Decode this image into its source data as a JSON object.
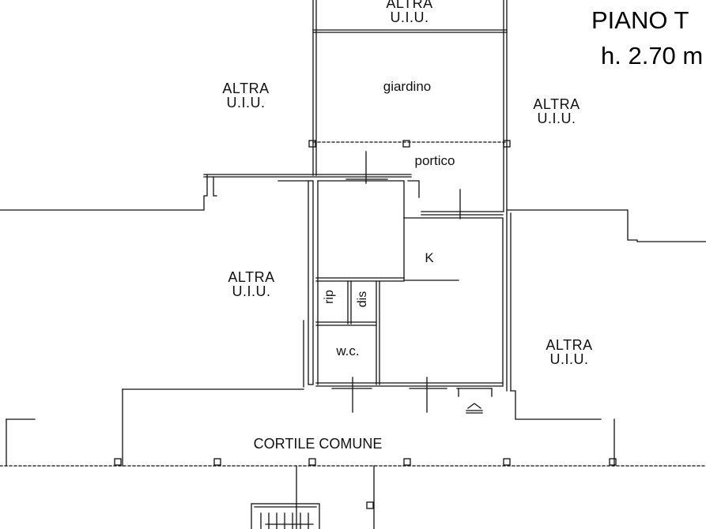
{
  "title": {
    "line1": "PIANO T",
    "line2": "h. 2.70 m"
  },
  "units": {
    "top_center": [
      "ALTRA",
      "U.I.U."
    ],
    "left_upper": [
      "ALTRA",
      "U.I.U."
    ],
    "right_upper": [
      "ALTRA",
      "U.I.U."
    ],
    "left_middle": [
      "ALTRA",
      "U.I.U."
    ],
    "right_middle": [
      "ALTRA",
      "U.I.U."
    ]
  },
  "rooms": {
    "garden": "giardino",
    "porch": "portico",
    "kitchen": "K",
    "storage": "rip",
    "hallway": "dis",
    "toilet": "w.c.",
    "courtyard": "CORTILE COMUNE"
  }
}
